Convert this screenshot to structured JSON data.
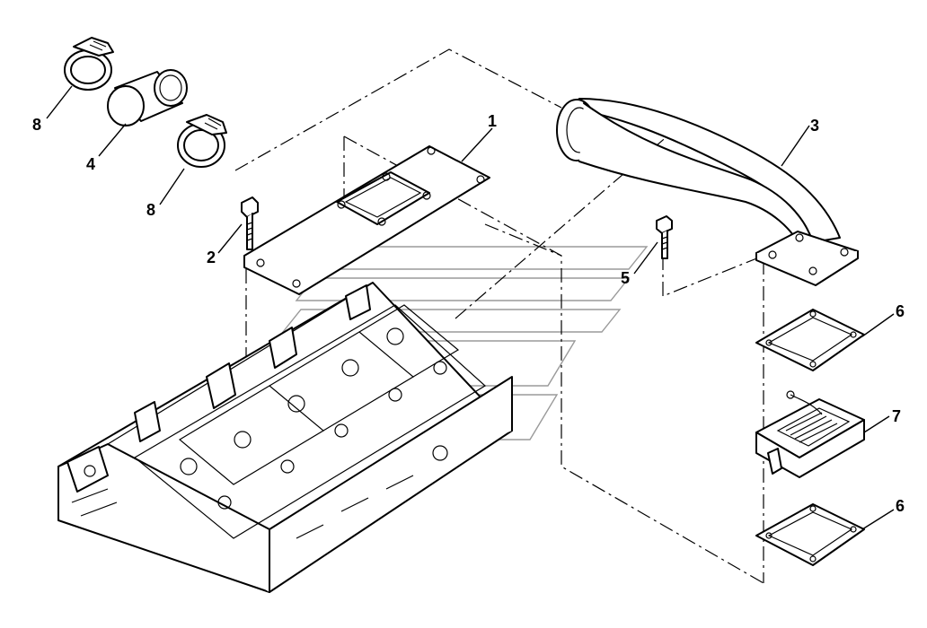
{
  "callouts": [
    {
      "id": "c1",
      "label": "1"
    },
    {
      "id": "c2",
      "label": "2"
    },
    {
      "id": "c3",
      "label": "3"
    },
    {
      "id": "c4",
      "label": "4"
    },
    {
      "id": "c5",
      "label": "5"
    },
    {
      "id": "c6a",
      "label": "6"
    },
    {
      "id": "c6b",
      "label": "6"
    },
    {
      "id": "c7",
      "label": "7"
    },
    {
      "id": "c8a",
      "label": "8"
    },
    {
      "id": "c8b",
      "label": "8"
    }
  ]
}
